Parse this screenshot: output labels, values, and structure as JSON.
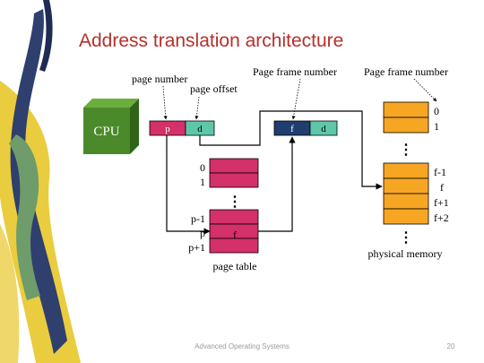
{
  "slide": {
    "title": "Address translation architecture",
    "footer_left": "Advanced Operating Systems",
    "page_number": "20"
  },
  "cpu": {
    "label": "CPU"
  },
  "logical_address": {
    "page_field": "p",
    "offset_field": "d"
  },
  "physical_address": {
    "frame_field": "f",
    "offset_field": "d"
  },
  "annotations": {
    "page_number": "page number",
    "page_offset": "page offset",
    "page_frame_number_1": "Page frame number",
    "page_frame_number_2": "Page frame number"
  },
  "page_table": {
    "caption": "page table",
    "top_labels": [
      "0",
      "1"
    ],
    "bottom_labels": [
      "p-1",
      "p",
      "p+1"
    ],
    "entry_value": "f",
    "ellipsis": "⋮"
  },
  "physical_memory": {
    "caption": "physical memory",
    "top_labels": [
      "0",
      "1"
    ],
    "frame_labels": [
      "f-1",
      "f",
      "f+1",
      "f+2"
    ],
    "ellipsis": "⋮"
  },
  "colors": {
    "title": "#b5302a",
    "cpu_front": "#4a8a2a",
    "cpu_top": "#6cae3e",
    "cpu_side": "#2f6418",
    "page_field": "#d4306a",
    "offset_field": "#5ec7a9",
    "frame_field": "#1f3d6e",
    "page_table": "#d4306a",
    "memory": "#f6a623"
  }
}
